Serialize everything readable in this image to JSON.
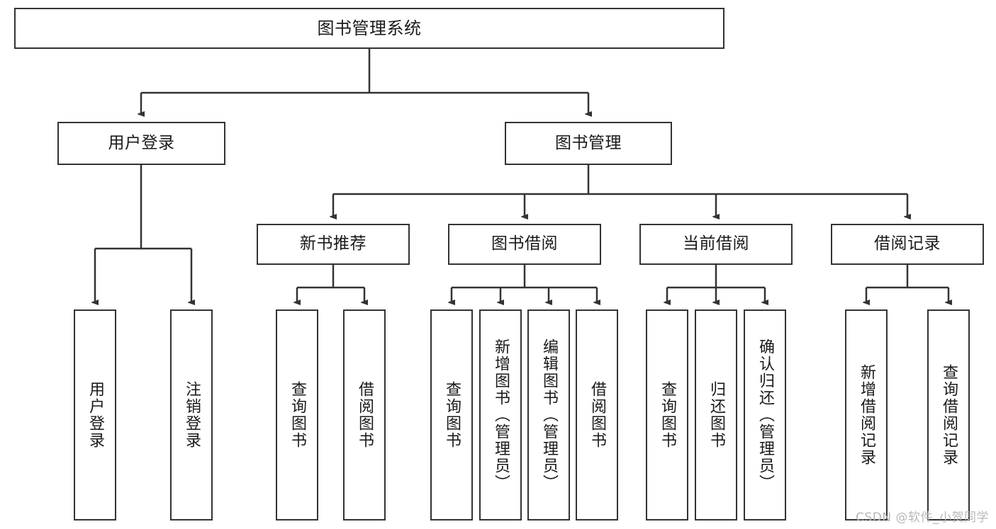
{
  "diagram": {
    "title": "图书管理系统",
    "type": "tree-hierarchy-diagram",
    "colors": {
      "border": "#333333",
      "fill": "#ffffff",
      "text": "#1a1a1a",
      "watermark": "#b8b8b8"
    },
    "nodes": {
      "root": {
        "label": "图书管理系统",
        "orientation": "horizontal"
      },
      "level1": [
        {
          "label": "用户登录",
          "orientation": "horizontal"
        },
        {
          "label": "图书管理",
          "orientation": "horizontal"
        }
      ],
      "level2": [
        {
          "label": "新书推荐",
          "orientation": "horizontal"
        },
        {
          "label": "图书借阅",
          "orientation": "horizontal"
        },
        {
          "label": "当前借阅",
          "orientation": "horizontal"
        },
        {
          "label": "借阅记录",
          "orientation": "horizontal"
        }
      ],
      "leaves": {
        "user_login": [
          {
            "label": "用户登录",
            "orientation": "vertical"
          },
          {
            "label": "注销登录",
            "orientation": "vertical"
          }
        ],
        "new_book_recommend": [
          {
            "label": "查询图书",
            "orientation": "vertical"
          },
          {
            "label": "借阅图书",
            "orientation": "vertical"
          }
        ],
        "book_borrow": [
          {
            "label": "查询图书",
            "orientation": "vertical"
          },
          {
            "label": "新增图书（管理员）",
            "orientation": "vertical"
          },
          {
            "label": "编辑图书（管理员）",
            "orientation": "vertical"
          },
          {
            "label": "借阅图书",
            "orientation": "vertical"
          }
        ],
        "current_borrow": [
          {
            "label": "查询图书",
            "orientation": "vertical"
          },
          {
            "label": "归还图书",
            "orientation": "vertical"
          },
          {
            "label": "确认归还（管理员）",
            "orientation": "vertical"
          }
        ],
        "borrow_record": [
          {
            "label": "新增借阅记录",
            "orientation": "vertical"
          },
          {
            "label": "查询借阅记录",
            "orientation": "vertical"
          }
        ]
      }
    },
    "watermark": "CSDN @软件_小贺同学"
  }
}
